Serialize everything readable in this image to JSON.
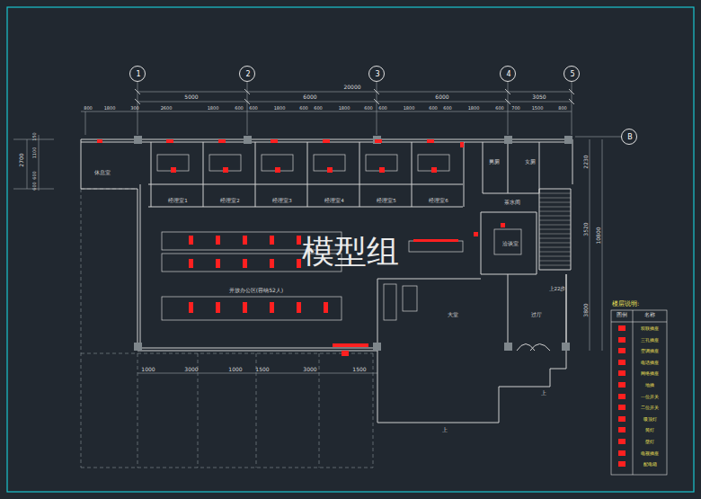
{
  "diagram": {
    "nodes": [
      {
        "text": [
          "1"
        ]
      },
      {
        "text": [
          "2"
        ]
      },
      {
        "text": [
          "3"
        ]
      },
      {
        "text": [
          "4"
        ]
      },
      {
        "text": [
          "5"
        ]
      },
      {
        "text": [
          "B"
        ]
      },
      {
        "text": [
          "休息室"
        ]
      },
      {
        "text": [
          "经理室1"
        ]
      },
      {
        "text": [
          "经理室2"
        ]
      },
      {
        "text": [
          "经理室3"
        ]
      },
      {
        "text": [
          "经理室4"
        ]
      },
      {
        "text": [
          "经理室5"
        ]
      },
      {
        "text": [
          "经理室6"
        ]
      },
      {
        "text": [
          "男厕"
        ]
      },
      {
        "text": [
          "女厕"
        ]
      },
      {
        "text": [
          "茶水间"
        ]
      },
      {
        "text": [
          "洽谈室"
        ]
      },
      {
        "text": [
          "开放办公区(容纳52人)"
        ]
      },
      {
        "text": [
          "大堂"
        ]
      },
      {
        "text": [
          "过厅"
        ]
      }
    ],
    "labels": [
      "20000",
      "5000",
      "6000",
      "6000",
      "3050",
      "800",
      "1800",
      "300",
      "2600",
      "1800",
      "600",
      "600",
      "1800",
      "600",
      "600",
      "1800",
      "600",
      "600",
      "1800",
      "600",
      "600",
      "1800",
      "600",
      "700",
      "1500",
      "800",
      "1000",
      "3000",
      "1000",
      "1500",
      "3000",
      "1500",
      "2230",
      "3520",
      "10800",
      "3800",
      "2700",
      "150",
      "1100",
      "600",
      "600",
      "上22步",
      "上",
      "上",
      "楼层说明:",
      "图例",
      "名称",
      "模型组"
    ],
    "legend": [
      {
        "text": "双联插座",
        "color": "#ff2020"
      },
      {
        "text": "三孔插座",
        "color": "#ff2020"
      },
      {
        "text": "空调插座",
        "color": "#ff2020"
      },
      {
        "text": "电话插座",
        "color": "#ff2020"
      },
      {
        "text": "网络插座",
        "color": "#ff2020"
      },
      {
        "text": "地插",
        "color": "#ff2020"
      },
      {
        "text": "一位开关",
        "color": "#ff2020"
      },
      {
        "text": "二位开关",
        "color": "#ff2020"
      },
      {
        "text": "吸顶灯",
        "color": "#ff2020"
      },
      {
        "text": "筒灯",
        "color": "#ff2020"
      },
      {
        "text": "壁灯",
        "color": "#ff2020"
      },
      {
        "text": "电视插座",
        "color": "#ff2020"
      },
      {
        "text": "配电箱",
        "color": "#ff2020"
      }
    ]
  }
}
